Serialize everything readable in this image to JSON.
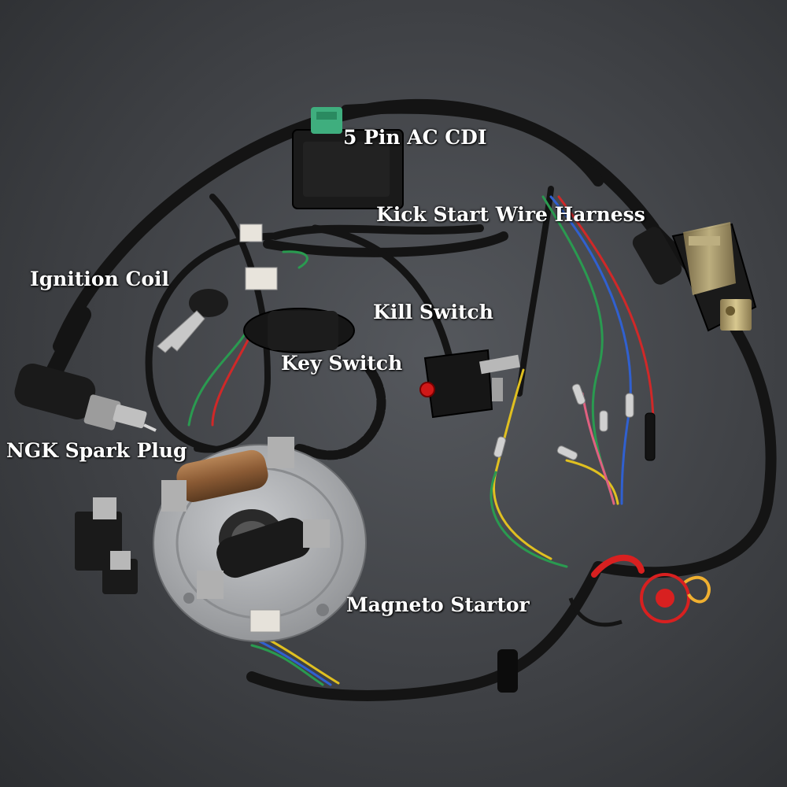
{
  "labels": {
    "cdi": "5 Pin AC CDI",
    "kick_start": "Kick Start Wire Harness",
    "ignition_coil": "Ignition Coil",
    "kill_switch": "Kill Switch",
    "key_switch": "Key Switch",
    "spark_plug": "NGK Spark Plug",
    "magneto": "Magneto Startor"
  },
  "colors": {
    "background": "#45474b",
    "cable": "#141414",
    "wire_red": "#d02828",
    "wire_green": "#2a9a50",
    "wire_blue": "#3060d0",
    "wire_yellow": "#e0c020",
    "plate": "#a9abae",
    "copper": "#9a6a40",
    "kill_button": "#d01818",
    "logo_red": "#d82020"
  },
  "icons": [
    "key-icon",
    "brand-logo-icon"
  ]
}
